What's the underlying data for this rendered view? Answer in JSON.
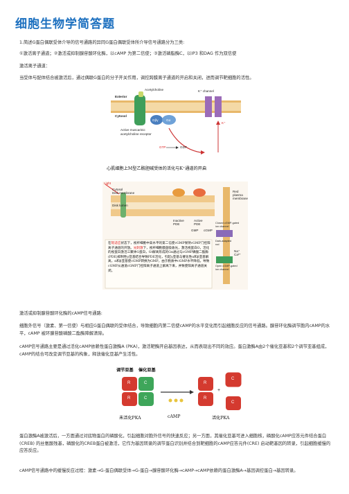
{
  "title": "细胞生物学简答题",
  "q1": "1.简述G蛋白偶联受体介导的信号通路的异同G蛋白偶联受体所介导信号通路分为三类:",
  "types": "①激活离子通道；②激活或抑制腺苷酸环化酶，以cAMP 为第二信使；③激活磷脂酶C，以IP3 和DAG 作为双信使",
  "ion_heading": "激活离子通道：",
  "ion_text": "当受体与配体结合被激活后，通过偶联G蛋白的分子开关作用，调控跨膜离子通道的开启和关闭，进而调节靶细胞的活性。",
  "fig1": {
    "acetylcholine": "Acetylcholine",
    "k_channel": "K⁺ channel",
    "exterior": "Exterior",
    "cytosol": "Cytosol",
    "g_beta_gamma": "Gβγ",
    "g_alpha": "Gα",
    "receptor": "Active muscarinic\nacetylcholine receptor",
    "gtp": "GTP",
    "gdp": "GDP",
    "k_plus": "K⁺",
    "caption": "心肌细胞上M型乙酰胆碱受体的活化与K⁺通道的开启"
  },
  "fig2": {
    "light": "Light",
    "cytosol": "Cytosol",
    "disk_membrane": "Disk membrane",
    "disk_lumen": "Disk lumen",
    "inactive_pde": "Inactive\nPDE",
    "active_pde": "Active\nPDE",
    "gmp": "GMP",
    "cgmp": "cGMP",
    "red_rod": "Red\nplasma\nmembrane",
    "closed_channel": "Closed cGMP-gated\nion channel",
    "open_channel": "Open cGMP-gated\nion channel",
    "dark_adapted": "Dark-adapted\nrod",
    "na_ca": "Na⁺\nCa²⁺",
    "text_black1": "在",
    "text_red1": "暗适应",
    "text_black2": "状态下，视杆细胞中高水平的第二信使cGMP保持cGMP门控阳离子通道的开放。",
    "text_red2": "光刺激",
    "text_black3": "下，视杆细胞膜盘吸收光，激活视蛋白O，活化的视蛋白激活三聚体G蛋白，Gt解离形成的Gα通过与cGMP磷酸二酯酶(PDE)抑制性γ亚基结合导致PDE活化，引起γ亚基与催化性α和β亚基解离，α和β亚基使cGMP转换为GMP，由于胞质中cGMP水平降低，导致cGMP从通道cGMP门控阳离子通道上解离下来，并致使阳离子通道关闭。"
  },
  "camp_heading": "激活或抑制腺苷酸环化酶的cAMP信号通路:",
  "camp_para1": "细胞外信号（激素、第一信使）与相应G蛋白偶联的受体结合，导致细胞内第二信使cAMP的水平变化而引起细胞反应的信号通路。腺苷环化酶调节胞内cAMP的水平，cAMP 被环腺苷酸磷酸二酯酶降解清除。",
  "camp_para2": "cAMP信号通路主要是通过活化cAMP依赖性蛋白激酶A (PKA)，激活靶酶开启基因表达，从而表现出不同的效应。蛋白激酶A由2个催化亚基和2个调节亚基组成，cAMP的结合可改变调节亚基的构象，释放催化亚基产生活性。",
  "fig3": {
    "reg_label": "调节亚基",
    "cat_label": "催化亚基",
    "r": "R",
    "c": "C",
    "inactive": "未活化PKA",
    "camp": "cAMP",
    "active": "活化PKA",
    "plus": "+"
  },
  "camp_para3": "蛋白激酶A被激活后，一方面通过对底物蛋白的磷酸化，引起细胞对胞外信号的快速反应；另一方面，其催化亚基可进入细胞核，磷酸化cAMP应答元件结合蛋白(CREB) 的丝氨酸残基，磷酸化的CREB蛋白被激活，它作为基因转录的调节蛋白识别并结合到靶细胞的cAMP应答元件(CRE) 启动靶基因的转录，引起细胞缓慢的应答反应。",
  "camp_para4": "cAMP信号通路中的缓慢反应过程：激素→G-蛋白偶联受体→G-蛋白→腺苷酸环化酶→cAMP→cAMP依赖的蛋白激酶A→基因调控蛋白→基因转录。",
  "colors": {
    "title_blue": "#1b6fbf",
    "receptor_green": "#3f9e5a",
    "ptn_orange": "#e8892e",
    "pka_red": "#d43a2f",
    "pka_green": "#3ea65a"
  }
}
